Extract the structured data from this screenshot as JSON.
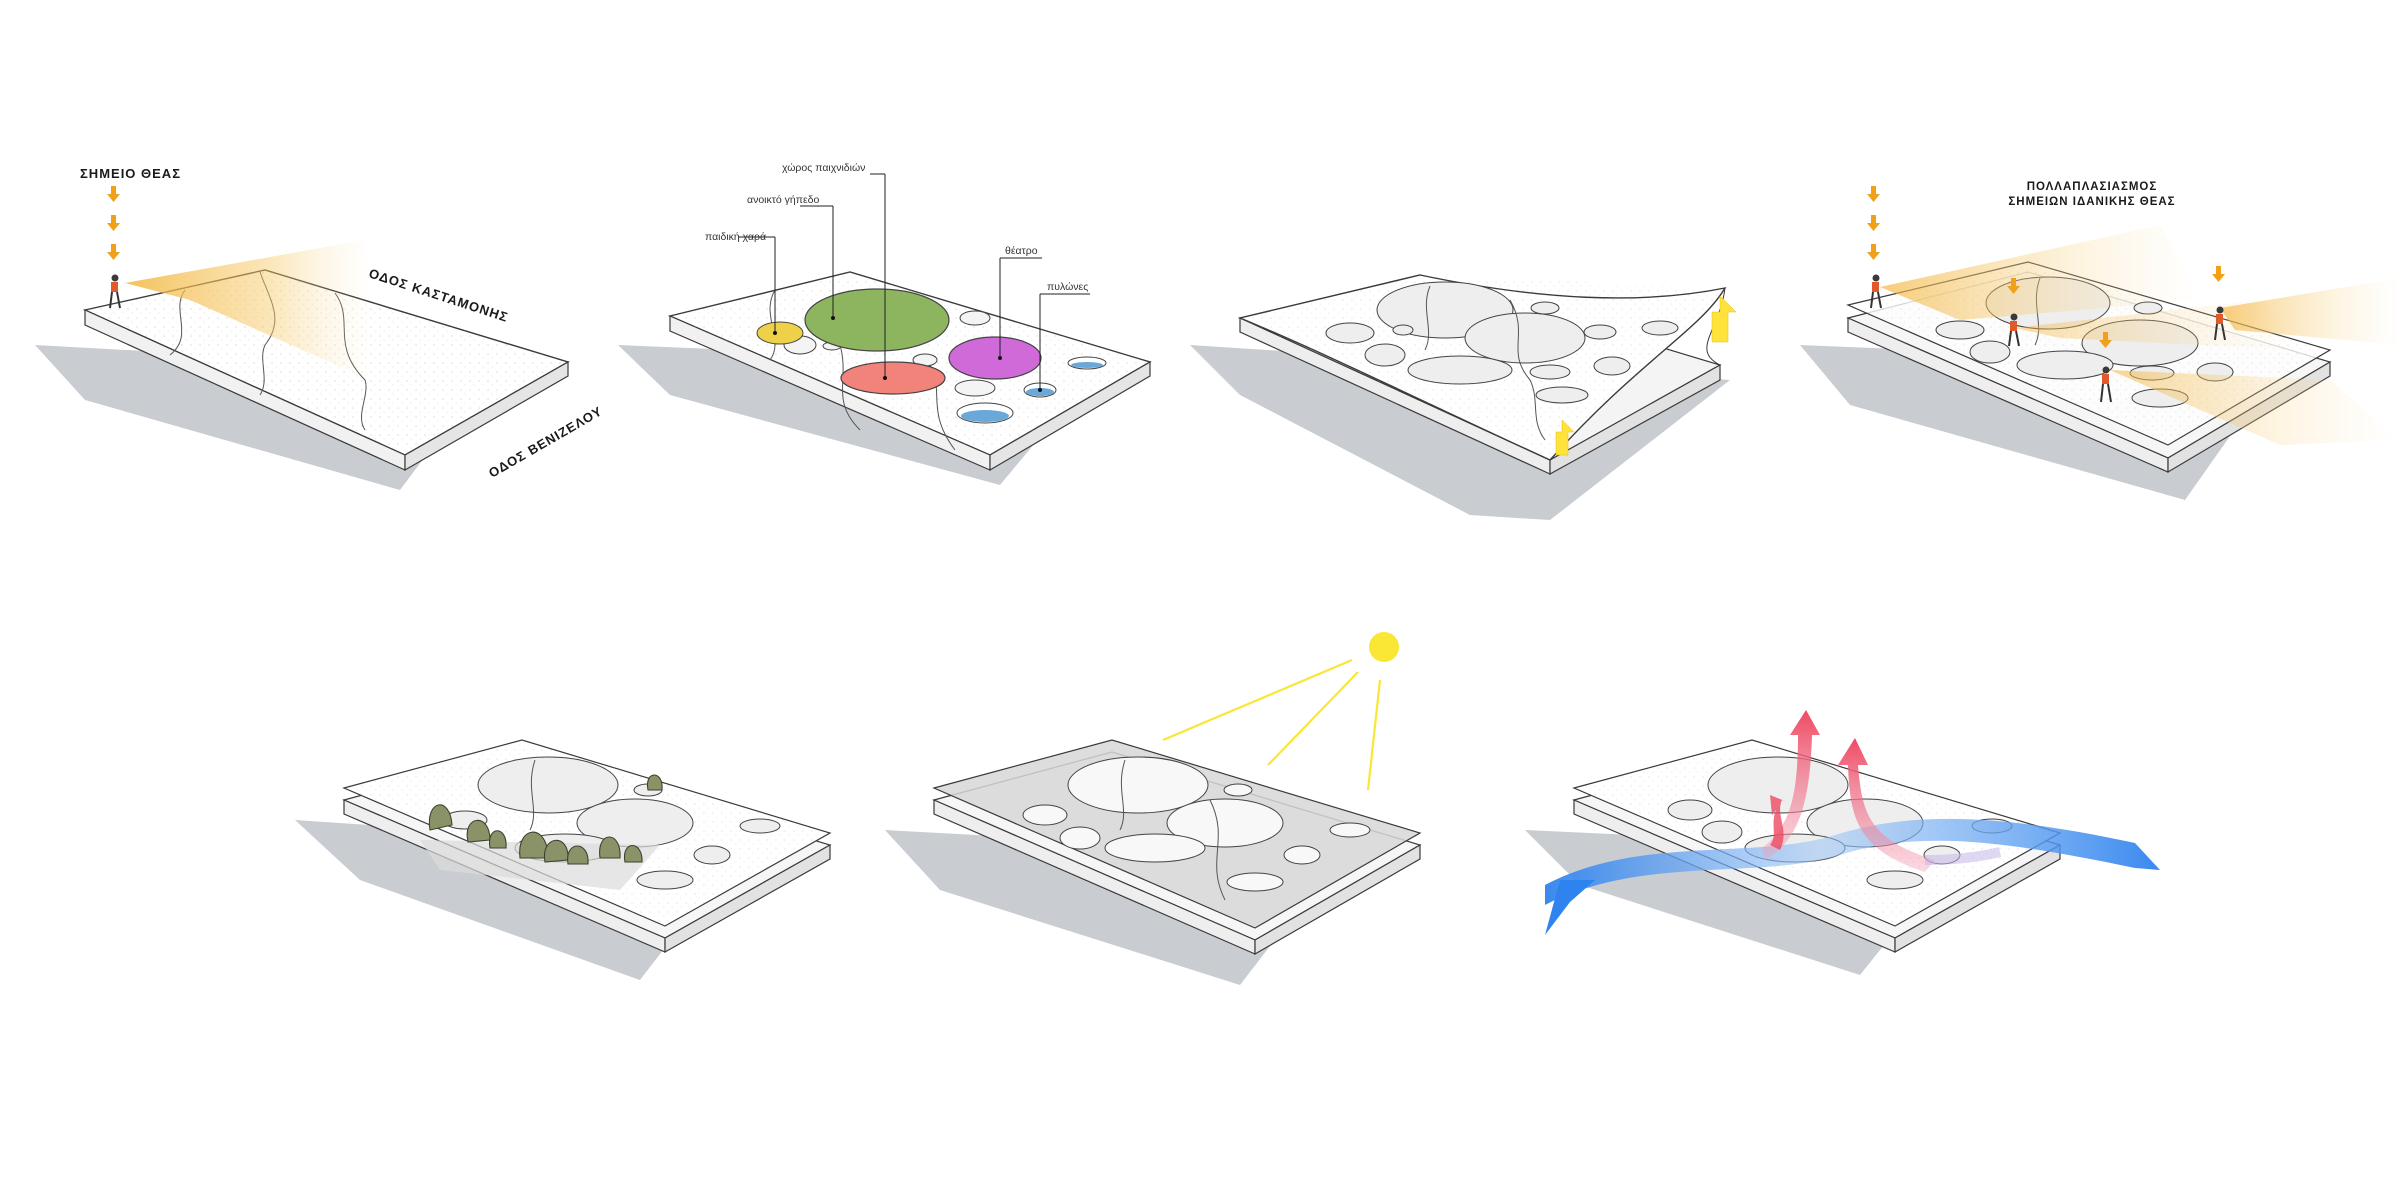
{
  "panel1": {
    "viewpoint_label": "ΣΗΜΕΙΟ ΘΕΑΣ",
    "street_top": "ΟΔΟΣ ΚΑΣΤΑΜΟΝΗΣ",
    "street_bottom": "ΟΔΟΣ ΒΕΝΙΖΕΛΟΥ"
  },
  "panel2": {
    "zones": [
      {
        "label": "χώρος παιχνιδιών",
        "color": "#8db45f"
      },
      {
        "label": "ανοικτό γήπεδο",
        "color": "#f2837a"
      },
      {
        "label": "παιδική χαρά",
        "color": "#eed148"
      },
      {
        "label": "θέατρο",
        "color": "#cf6ad8"
      },
      {
        "label": "πυλώνες",
        "color": "#6aa8d9"
      }
    ]
  },
  "panel4": {
    "title_line1": "ΠΟΛΛΑΠΛΑΣΙΑΣΜΟΣ",
    "title_line2": "ΣΗΜΕΙΩΝ ΙΔΑΝΙΚΗΣ ΘΕΑΣ"
  },
  "colors": {
    "arrow_orange": "#f2a019",
    "lift_arrow_yellow": "#ffe33b",
    "sun_yellow": "#fae634",
    "tree_green": "#8a9268",
    "airflow_blue": "#3b8ff0",
    "airflow_red": "#ee4a63",
    "shadow_gray": "#c9ccd0"
  },
  "icons": [
    "viewpoint-arrow-icon",
    "person-icon",
    "lift-arrow-icon",
    "sun-icon",
    "tree-icon",
    "airflow-arrow-icon"
  ]
}
